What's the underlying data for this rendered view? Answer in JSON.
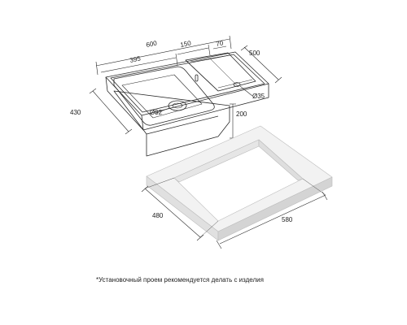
{
  "sink_dimensions": {
    "overall_width": "600",
    "bowl_width": "395",
    "drainer_width": "150",
    "edge_offset": "70",
    "depth": "500",
    "front_height": "430",
    "bowl_depth": "200",
    "drain_diameter": "Ø92",
    "tap_hole_diameter": "Ø35"
  },
  "cutout_dimensions": {
    "depth": "480",
    "width": "580"
  },
  "note": "*Установочный проем рекомендуется делать с изделия",
  "colors": {
    "line": "#2a2a2a",
    "countertop_top": "#f2f2f2",
    "countertop_side": "#d9d9d9"
  }
}
